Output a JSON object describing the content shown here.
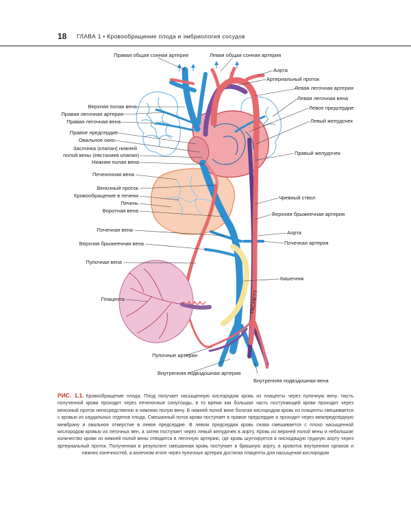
{
  "header": {
    "page_number": "18",
    "chapter": "ГЛАВА 1  •  Кровообращение плода и эмбриология сосудов"
  },
  "figure": {
    "labels": {
      "right_common_carotid": "Правая общая сонная артерия",
      "left_common_carotid": "Левая общая сонная артерия",
      "aorta_top": "Аорта",
      "ductus_arteriosus": "Артериальный проток",
      "left_pulmonary_artery": "Левая легочная артерия",
      "left_pulmonary_vein": "Левая легочная вена",
      "left_atrium": "Левое предсердие",
      "left_ventricle": "Левый желудочек",
      "superior_vena_cava": "Верхняя полая вена",
      "right_pulmonary_artery": "Правая легочная артерия",
      "right_pulmonary_vein": "Правая легочная вена",
      "right_atrium": "Правое предсердие",
      "foramen_ovale": "Овальное окно",
      "valve_line1": "Заслонка (клапан) нижней",
      "valve_line2": "полой вены (евстахиев клапан)",
      "inferior_vena_cava": "Нижняя полая вена",
      "right_ventricle": "Правый желудочек",
      "hepatic_vein": "Печеночная вена",
      "ductus_venosus": "Венозный проток",
      "hepatic_circulation": "Кровообращение в печени",
      "liver": "Печень",
      "portal_vein": "Воротная вена",
      "celiac_trunk": "Чревный ствол",
      "superior_mesenteric_artery": "Верхняя брыжеечная артерия",
      "renal_vein": "Почечная вена",
      "aorta_mid": "Аорта",
      "renal_artery": "Почечная артерия",
      "superior_mesenteric_vein": "Верхняя брыжеечная вена",
      "umbilical_vein": "Пупочная вена",
      "intestine": "Кишечник",
      "placenta": "Плацента",
      "umbilical_arteries": "Пупочные артерии",
      "internal_iliac_artery": "Внутренняя подвздошная артерия",
      "internal_iliac_vein": "Внутренняя подвздошная вена",
      "signature": "PACHETT"
    }
  },
  "caption": {
    "figure_number": "РИС. 1.1.",
    "text": "Кровообращение плода. Плод получает насыщенную кислородом кровь из плаценты через пупочную вену. Часть полученной крови проходит через печеночные синусоиды, в то время как большая часть поступающей крови проходит через венозный проток непосредственно в нижнюю полую вену. В нижней полой вене богатая кислородом кровь из плаценты смешивается с кровью из каудальных отделов плода. Смешанный поток крови поступает в правое предсердие и проходит через межпредсердную мембрану и овальное отверстие в левое предсердие. В левом предсердии кровь снова смешивается с плохо насыщенной кислородом кровью из легочных вен, а затем поступает через левый желудочек в аорту. Кровь из верхней полой вены и небольшое количество крови из нижней полой вены отводится в легочную артерию, где кровь шунтируется в нисходящую грудную аорту через артериальный проток. Полученная в результате смешанная кровь поступает в брюшную аорту, в кровоток внутренних органов и нижних конечностей, а конечном итоге через пупочные артерии достигая плаценты для насыщения кислородом"
  },
  "colors": {
    "artery": "#e56a6e",
    "vein": "#2f8fd0",
    "mixed": "#7b4fa0",
    "liver": "#f2a97c",
    "placenta": "#f0c2d8",
    "intestine": "#f5e49a",
    "accent": "#c0392b"
  }
}
